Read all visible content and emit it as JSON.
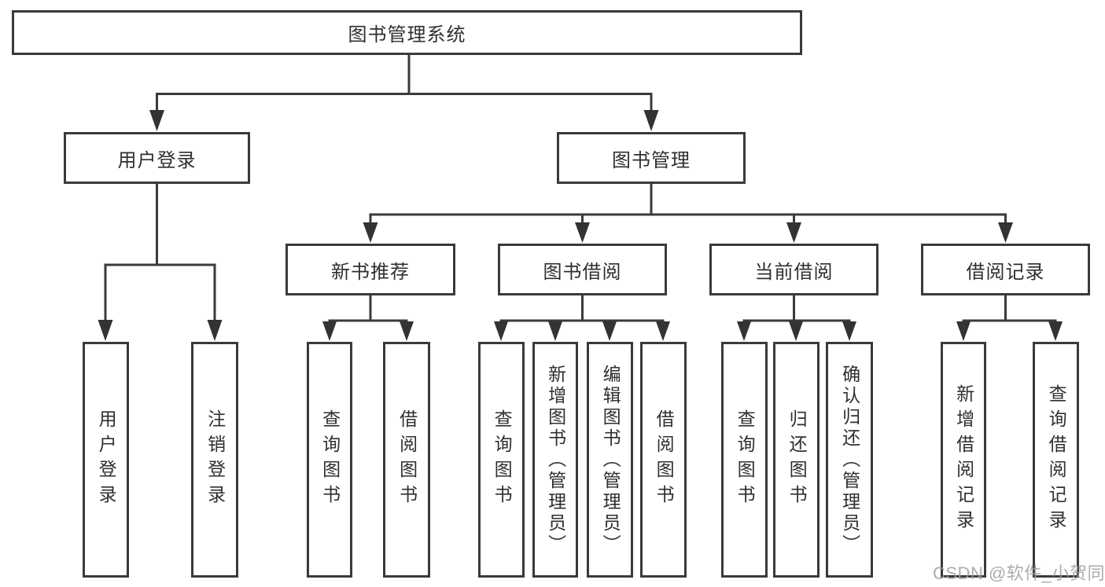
{
  "nodes": {
    "root": "图书管理系统",
    "user_login": "用户登录",
    "book_mgmt": "图书管理",
    "new_book_rec": "新书推荐",
    "book_borrow": "图书借阅",
    "current_borrow": "当前借阅",
    "borrow_records": "借阅记录",
    "leaf_user_login": "用户登录",
    "leaf_logout": "注销登录",
    "leaf_nbr_query": "查询图书",
    "leaf_nbr_borrow": "借阅图书",
    "leaf_bb_query": "查询图书",
    "leaf_bb_add": "新增图书（管理员）",
    "leaf_bb_edit": "编辑图书（管理员）",
    "leaf_bb_borrow": "借阅图书",
    "leaf_cb_query": "查询图书",
    "leaf_cb_return": "归还图书",
    "leaf_cb_confirm": "确认归还（管理员）",
    "leaf_br_add": "新增借阅记录",
    "leaf_br_query": "查询借阅记录"
  },
  "hierarchy": {
    "图书管理系统": {
      "用户登录": [
        "用户登录",
        "注销登录"
      ],
      "图书管理": {
        "新书推荐": [
          "查询图书",
          "借阅图书"
        ],
        "图书借阅": [
          "查询图书",
          "新增图书（管理员）",
          "编辑图书（管理员）",
          "借阅图书"
        ],
        "当前借阅": [
          "查询图书",
          "归还图书",
          "确认归还（管理员）"
        ],
        "借阅记录": [
          "新增借阅记录",
          "查询借阅记录"
        ]
      }
    }
  },
  "watermark": "CSDN @软件_小贺同学",
  "colors": {
    "line": "#3a3a3a",
    "arrow": "#333333",
    "text": "#2f2f2f",
    "background": "#ffffff",
    "watermark": "#9e9e9e"
  }
}
